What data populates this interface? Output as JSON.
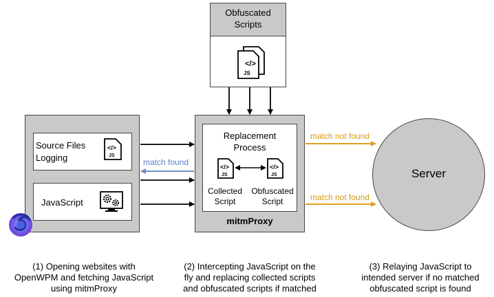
{
  "obfuscated_header": {
    "line1": "Obfuscated",
    "line2": "Scripts"
  },
  "left": {
    "source_files": {
      "line1": "Source Files",
      "line2": "Logging"
    },
    "javascript": "JavaScript"
  },
  "replacement": {
    "title_line1": "Replacement",
    "title_line2": "Process",
    "collected_line1": "Collected",
    "collected_line2": "Script",
    "obfuscated_line1": "Obfuscated",
    "obfuscated_line2": "Script",
    "label": "mitmProxy"
  },
  "arrows": {
    "match_found": "match found",
    "match_not_found_1": "match not found",
    "match_not_found_2": "match not found"
  },
  "server": "Server",
  "js_icon_label": "JS",
  "captions": {
    "c1": {
      "line1": "(1) Opening websites with",
      "line2": "OpenWPM and fetching JavaScript",
      "line3": "using mitmProxy"
    },
    "c2": {
      "line1": "(2) Intercepting JavaScript on the",
      "line2": "fly and replacing collected scripts",
      "line3": "and obfuscated scripts if matched"
    },
    "c3": {
      "line1": "(3) Relaying JavaScript to",
      "line2": "intended server if no matched",
      "line3": "obfuscated script is found"
    }
  },
  "colors": {
    "box_gray": "#c9c9c9",
    "orange_arrow": "#e0a020",
    "blue_arrow": "#7090c0",
    "server_fill": "#c9c9c9"
  }
}
